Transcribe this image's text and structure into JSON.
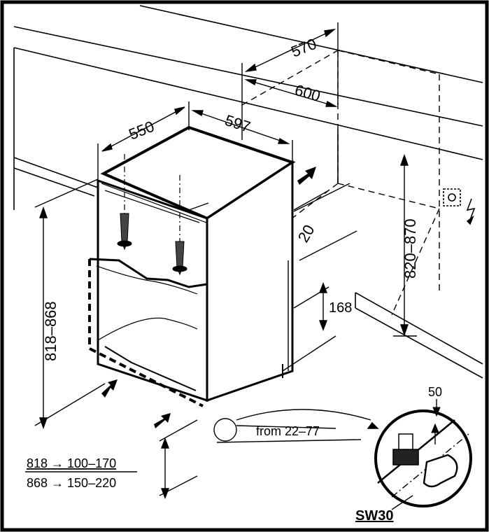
{
  "dimensions": {
    "depth_top": "570",
    "width_niche": "600",
    "width_appliance": "597",
    "depth_appliance": "550",
    "niche_height": "820–870",
    "appliance_height": "818–868",
    "rear_gap": "20",
    "plinth_height": "168",
    "vent_clearance": "50"
  },
  "foot_adjust": "from 22–77",
  "height_table": {
    "row1": "818 → 100–170",
    "row2": "868 → 150–220"
  },
  "wrench_size": "SW30",
  "socket_symbol": "electrical-socket-icon"
}
